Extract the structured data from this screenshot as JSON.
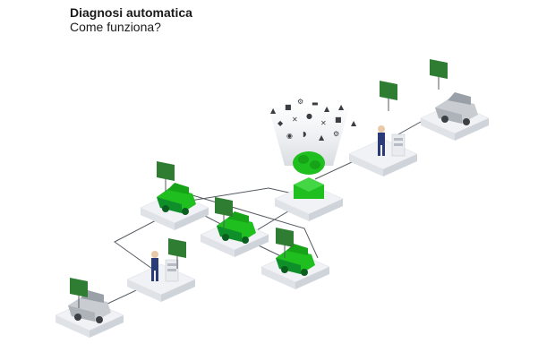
{
  "header": {
    "title": "Diagnosi automatica",
    "subtitle": "Come funziona?"
  },
  "colors": {
    "green": "#1fbf1f",
    "green_dark": "#0f7a2a",
    "sign_green": "#2e7d32",
    "platform_top": "#f1f2f5",
    "platform_side": "#d8dbe2",
    "line": "#555a62",
    "gray_car": "#c9ccd1"
  },
  "nodes": [
    {
      "id": "car-start",
      "kind": "gray-car",
      "sign_icon": "diagnostic-tablet-icon"
    },
    {
      "id": "technician-left",
      "kind": "technician",
      "sign_icon": "tablet-icon"
    },
    {
      "id": "green-car-1",
      "kind": "green-car",
      "sign_icon": "sensor-icon"
    },
    {
      "id": "green-car-2",
      "kind": "green-car",
      "sign_icon": "warning-tools-icon"
    },
    {
      "id": "green-car-3",
      "kind": "green-car",
      "sign_icon": "adjust-icon"
    },
    {
      "id": "ai-brain",
      "kind": "brain",
      "sign_icon": "brain-icon"
    },
    {
      "id": "technician-right",
      "kind": "technician",
      "sign_icon": "lightbulb-icon"
    },
    {
      "id": "car-end",
      "kind": "gray-car",
      "sign_icon": "repair-done-icon"
    }
  ]
}
